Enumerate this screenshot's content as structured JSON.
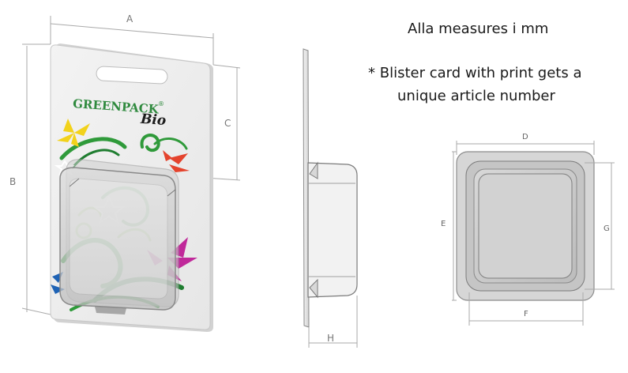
{
  "notes": {
    "units": "Alla measures i mm",
    "article_line1": "* Blister card with print gets a",
    "article_line2": "unique article number"
  },
  "brand": {
    "name": "GREENPACK",
    "registered": "®",
    "sub": "Bio"
  },
  "dimensions": {
    "A": "A",
    "B": "B",
    "C": "C",
    "D": "D",
    "E": "E",
    "F": "F",
    "G": "G",
    "H": "H"
  },
  "colors": {
    "green": "#2f8a3e",
    "leaf_light": "#7cc243",
    "yellow": "#f2d21b",
    "red": "#e4432d",
    "magenta": "#c0299a",
    "blue": "#1f63b5",
    "line": "#999999"
  }
}
